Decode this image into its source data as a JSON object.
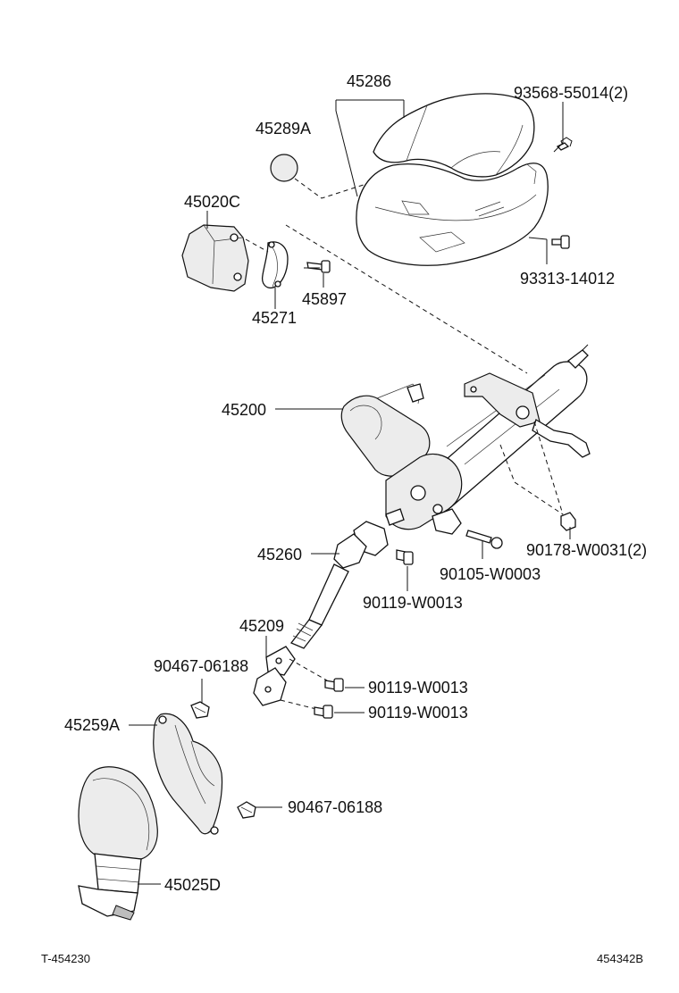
{
  "parts": {
    "p45286": "45286",
    "p93568_55014": "93568-55014(2)",
    "p45289a": "45289A",
    "p45020c": "45020C",
    "p93313_14012": "93313-14012",
    "p45897": "45897",
    "p45271": "45271",
    "p45200": "45200",
    "p90178_w0031": "90178-W0031(2)",
    "p45260": "45260",
    "p90105_w0003": "90105-W0003",
    "p90119_w0013_a": "90119-W0013",
    "p45209": "45209",
    "p90467_06188_a": "90467-06188",
    "p90119_w0013_b": "90119-W0013",
    "p90119_w0013_c": "90119-W0013",
    "p45259a": "45259A",
    "p90467_06188_b": "90467-06188",
    "p45025d": "45025D"
  },
  "footer": {
    "left": "T-454230",
    "right": "454342B"
  }
}
